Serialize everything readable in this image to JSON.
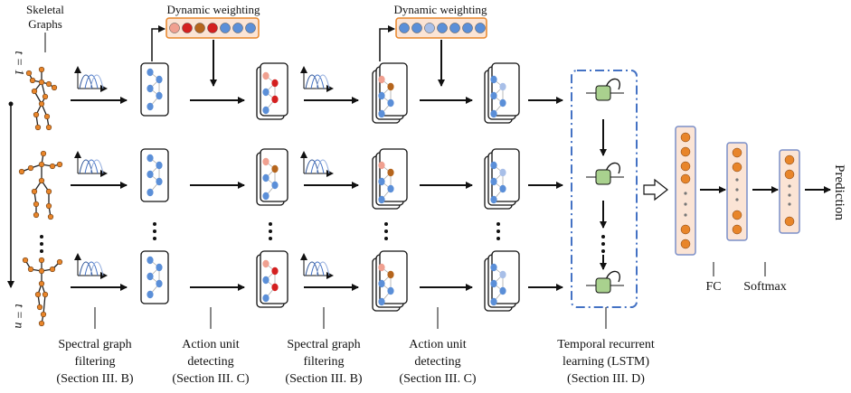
{
  "labels": {
    "skeletal_graphs_line1": "Skeletal",
    "skeletal_graphs_line2": "Graphs",
    "dynamic_weighting_1": "Dynamic weighting",
    "dynamic_weighting_2": "Dynamic weighting",
    "time_start": "t = 1",
    "time_end": "t = n",
    "fc": "FC",
    "softmax": "Softmax",
    "prediction": "Prediction"
  },
  "captions": [
    {
      "lines": [
        "Spectral graph",
        "filtering",
        "(Section III. B)"
      ]
    },
    {
      "lines": [
        "Action unit",
        "detecting",
        "(Section III. C)"
      ]
    },
    {
      "lines": [
        "Spectral graph",
        "filtering",
        "(Section III. B)"
      ]
    },
    {
      "lines": [
        "Action unit",
        "detecting",
        "(Section III. C)"
      ]
    },
    {
      "lines": [
        "Temporal recurrent",
        "learning (LSTM)",
        "(Section III. D)"
      ]
    }
  ],
  "ellipsis": "•\n•\n•",
  "colors": {
    "node_blue": "#5b8fd8",
    "node_red": "#d42020",
    "node_orange": "#e8852a",
    "node_brown": "#b5651d",
    "node_salmon": "#f0a090",
    "node_lightblue": "#a8bfe8",
    "panel_fill": "#fbe4d5",
    "panel_border_orange": "#e8852a",
    "panel_border_blue": "#7b8fc8",
    "lstm_cell": "#a9d18e",
    "lstm_border_dash": "#4472c4"
  }
}
